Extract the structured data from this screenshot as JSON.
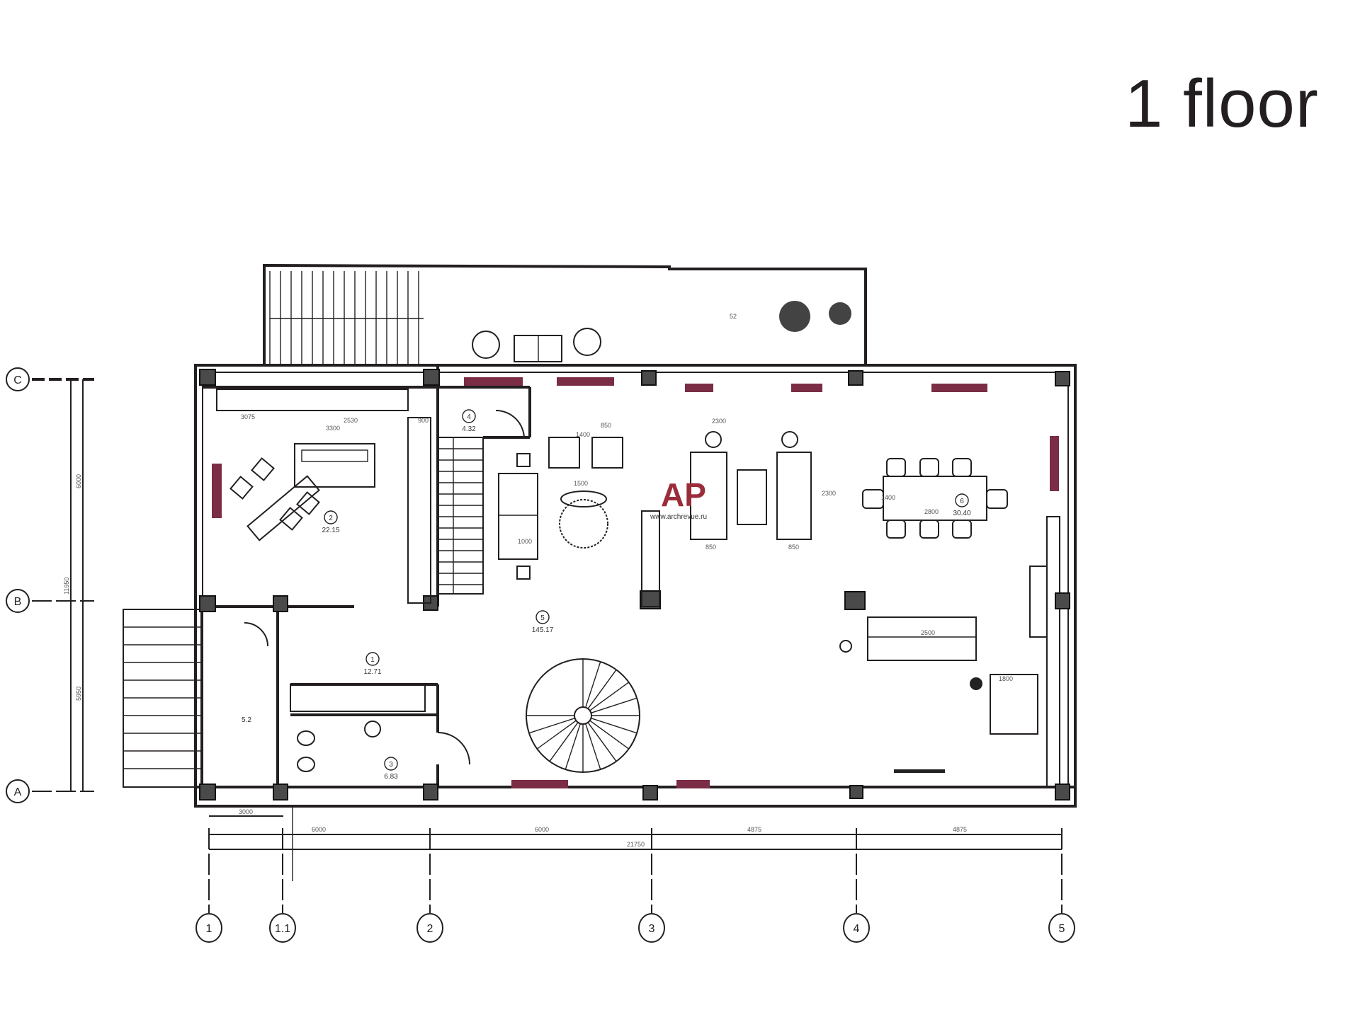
{
  "title": "1 floor",
  "axes": {
    "rows": [
      "A",
      "B",
      "C"
    ],
    "columns": [
      "1",
      "1.1",
      "2",
      "3",
      "4",
      "5"
    ]
  },
  "dimensions": {
    "bottom_spans": [
      "3000",
      "6000",
      "6000",
      "4875",
      "4875"
    ],
    "bottom_total": "21750",
    "left_spans": [
      "6000",
      "5950"
    ],
    "left_total": "11950",
    "furniture": [
      "1500",
      "850",
      "1400",
      "2300",
      "850",
      "850",
      "2300",
      "1000",
      "2800",
      "2500",
      "1800",
      "1400",
      "3300",
      "3075",
      "2530",
      "900"
    ]
  },
  "rooms": [
    {
      "number": "1",
      "area": "12.71"
    },
    {
      "number": "2",
      "area": "22.15"
    },
    {
      "number": "3",
      "area": "6.83"
    },
    {
      "number": "4",
      "area": "4.32"
    },
    {
      "number": "5",
      "area": "145.17"
    },
    {
      "number": "6",
      "area": "30.40"
    },
    {
      "number": "",
      "area": "5.2"
    },
    {
      "number": "",
      "area": "52"
    }
  ],
  "watermark": {
    "logo": "AP",
    "url": "www.archrevue.ru"
  },
  "colors": {
    "lines": "#231f20",
    "radiator": "#7b2d45"
  }
}
